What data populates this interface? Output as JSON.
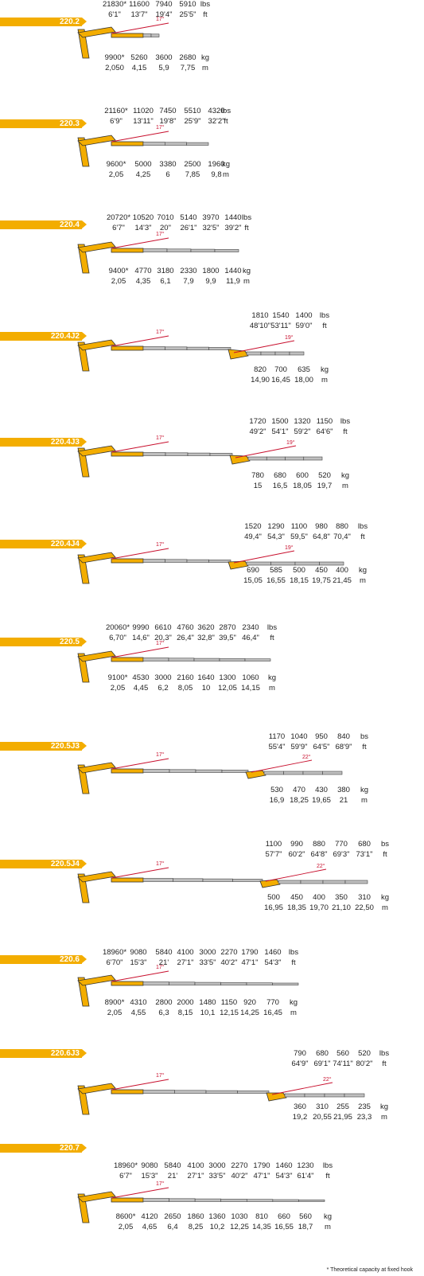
{
  "models": [
    {
      "name": "220.2",
      "reach1_lbs": [
        "21830*",
        "11600",
        "7940",
        "5910"
      ],
      "reach1_ft": [
        "6'1\"",
        "13'7\"",
        "19'4\"",
        "25'5\""
      ],
      "reach1_kg": [
        "9900*",
        "5260",
        "3600",
        "2680"
      ],
      "reach1_m": [
        "2,050",
        "4,15",
        "5,9",
        "7,75"
      ],
      "units_top": [
        "lbs",
        "ft"
      ],
      "units_bottom": [
        "kg",
        "m"
      ],
      "angle1": "17°"
    },
    {
      "name": "220.3",
      "reach1_lbs": [
        "21160*",
        "11020",
        "7450",
        "5510",
        "4320"
      ],
      "reach1_ft": [
        "6'9\"",
        "13'11\"",
        "19'8\"",
        "25'9\"",
        "32'2\""
      ],
      "reach1_kg": [
        "9600*",
        "5000",
        "3380",
        "2500",
        "1960"
      ],
      "reach1_m": [
        "2,05",
        "4,25",
        "6",
        "7,85",
        "9,8"
      ],
      "units_top": [
        "lbs",
        "ft"
      ],
      "units_bottom": [
        "kg",
        "m"
      ],
      "angle1": "17°"
    },
    {
      "name": "220.4",
      "reach1_lbs": [
        "20720*",
        "10520",
        "7010",
        "5140",
        "3970",
        "1440"
      ],
      "reach1_ft": [
        "6'7\"",
        "14'3\"",
        "20\"",
        "26'1\"",
        "32'5\"",
        "39'2\""
      ],
      "reach1_kg": [
        "9400*",
        "4770",
        "3180",
        "2330",
        "1800",
        "1440"
      ],
      "reach1_m": [
        "2,05",
        "4,35",
        "6,1",
        "7,9",
        "9,9",
        "11,9"
      ],
      "units_top": [
        "lbs",
        "ft"
      ],
      "units_bottom": [
        "kg",
        "m"
      ],
      "angle1": "17°"
    },
    {
      "name": "220.4J2",
      "reach2_lbs": [
        "1810",
        "1540",
        "1400"
      ],
      "reach2_ft": [
        "48'10\"",
        "53'11\"",
        "59'0\""
      ],
      "reach2_kg": [
        "820",
        "700",
        "635"
      ],
      "reach2_m": [
        "14,90",
        "16,45",
        "18,00"
      ],
      "units_top": [
        "lbs",
        "ft"
      ],
      "units_bottom": [
        "kg",
        "m"
      ],
      "angle1": "17°",
      "angle2": "19°"
    },
    {
      "name": "220.4J3",
      "reach2_lbs": [
        "1720",
        "1500",
        "1320",
        "1150"
      ],
      "reach2_ft": [
        "49'2\"",
        "54'1\"",
        "59'2\"",
        "64'6\""
      ],
      "reach2_kg": [
        "780",
        "680",
        "600",
        "520"
      ],
      "reach2_m": [
        "15",
        "16,5",
        "18,05",
        "19,7"
      ],
      "units_top": [
        "lbs",
        "ft"
      ],
      "units_bottom": [
        "kg",
        "m"
      ],
      "angle1": "17°",
      "angle2": "19°"
    },
    {
      "name": "220.4J4",
      "reach2_lbs": [
        "1520",
        "1290",
        "1100",
        "980",
        "880"
      ],
      "reach2_ft": [
        "49,4\"",
        "54,3\"",
        "59,5\"",
        "64,8\"",
        "70,4\""
      ],
      "reach2_kg": [
        "690",
        "585",
        "500",
        "450",
        "400"
      ],
      "reach2_m": [
        "15,05",
        "16,55",
        "18,15",
        "19,75",
        "21,45"
      ],
      "units_top": [
        "lbs",
        "ft"
      ],
      "units_bottom": [
        "kg",
        "m"
      ],
      "angle1": "17°",
      "angle2": "19°"
    },
    {
      "name": "220.5",
      "reach1_lbs": [
        "20060*",
        "9990",
        "6610",
        "4760",
        "3620",
        "2870",
        "2340"
      ],
      "reach1_ft": [
        "6,70\"",
        "14,6\"",
        "20,3\"",
        "26,4\"",
        "32,8\"",
        "39,5\"",
        "46,4\""
      ],
      "reach1_kg": [
        "9100*",
        "4530",
        "3000",
        "2160",
        "1640",
        "1300",
        "1060"
      ],
      "reach1_m": [
        "2,05",
        "4,45",
        "6,2",
        "8,05",
        "10",
        "12,05",
        "14,15"
      ],
      "units_top": [
        "lbs",
        "ft"
      ],
      "units_bottom": [
        "kg",
        "m"
      ],
      "angle1": "17°"
    },
    {
      "name": "220.5J3",
      "reach2_lbs": [
        "1170",
        "1040",
        "950",
        "840"
      ],
      "reach2_ft": [
        "55'4\"",
        "59'9\"",
        "64'5\"",
        "68'9\""
      ],
      "reach2_kg": [
        "530",
        "470",
        "430",
        "380"
      ],
      "reach2_m": [
        "16,9",
        "18,25",
        "19,65",
        "21"
      ],
      "units_top": [
        "bs",
        "ft"
      ],
      "units_bottom": [
        "kg",
        "m"
      ],
      "angle1": "17°",
      "angle2": "22°"
    },
    {
      "name": "220.5J4",
      "reach2_lbs": [
        "1100",
        "990",
        "880",
        "770",
        "680"
      ],
      "reach2_ft": [
        "57'7\"",
        "60'2\"",
        "64'8\"",
        "69'3\"",
        "73'1\""
      ],
      "reach2_kg": [
        "500",
        "450",
        "400",
        "350",
        "310"
      ],
      "reach2_m": [
        "16,95",
        "18,35",
        "19,70",
        "21,10",
        "22,50"
      ],
      "units_top": [
        "bs",
        "ft"
      ],
      "units_bottom": [
        "kg",
        "m"
      ],
      "angle1": "17°",
      "angle2": "22°"
    },
    {
      "name": "220.6",
      "reach1_lbs": [
        "18960*",
        "9080",
        "5840",
        "4100",
        "3000",
        "2270",
        "1790",
        "1460"
      ],
      "reach1_ft": [
        "6'70\"",
        "15'3\"",
        "21'",
        "27'1\"",
        "33'5\"",
        "40'2\"",
        "47'1\"",
        "54'3\""
      ],
      "reach1_kg": [
        "8900*",
        "4310",
        "2800",
        "2000",
        "1480",
        "1150",
        "920",
        "770"
      ],
      "reach1_m": [
        "2,05",
        "4,55",
        "6,3",
        "8,15",
        "10,1",
        "12,15",
        "14,25",
        "16,45"
      ],
      "units_top": [
        "lbs",
        "ft"
      ],
      "units_bottom": [
        "kg",
        "m"
      ],
      "angle1": "17°"
    },
    {
      "name": "220.6J3",
      "reach2_lbs": [
        "790",
        "680",
        "560",
        "520"
      ],
      "reach2_ft": [
        "64'9\"",
        "69'1\"",
        "74'11\"",
        "80'2\""
      ],
      "reach2_kg": [
        "360",
        "310",
        "255",
        "235"
      ],
      "reach2_m": [
        "19,2",
        "20,55",
        "21,95",
        "23,3"
      ],
      "units_top": [
        "lbs",
        "ft"
      ],
      "units_bottom": [
        "kg",
        "m"
      ],
      "angle1": "17°",
      "angle2": "22°"
    },
    {
      "name": "220.7",
      "reach1_lbs": [
        "18960*",
        "9080",
        "5840",
        "4100",
        "3000",
        "2270",
        "1790",
        "1460",
        "1230"
      ],
      "reach1_ft": [
        "6'7\"",
        "15'3\"",
        "21'",
        "27'1\"",
        "33'5\"",
        "40'2\"",
        "47'1\"",
        "54'3\"",
        "61'4\""
      ],
      "reach1_kg": [
        "8600*",
        "4120",
        "2650",
        "1860",
        "1360",
        "1030",
        "810",
        "660",
        "560"
      ],
      "reach1_m": [
        "2,05",
        "4,65",
        "6,4",
        "8,25",
        "10,2",
        "12,25",
        "14,35",
        "16,55",
        "18,7"
      ],
      "units_top": [
        "lbs",
        "ft"
      ],
      "units_bottom": [
        "kg",
        "m"
      ],
      "angle1": "17°"
    }
  ],
  "colors": {
    "tab": "#f3ad00",
    "boom_yellow": "#f3ad00",
    "boom_grey": "#bfbfbf",
    "angle_line": "#c8102e"
  },
  "footnote": "* Theoretical capacity at fixed hook"
}
